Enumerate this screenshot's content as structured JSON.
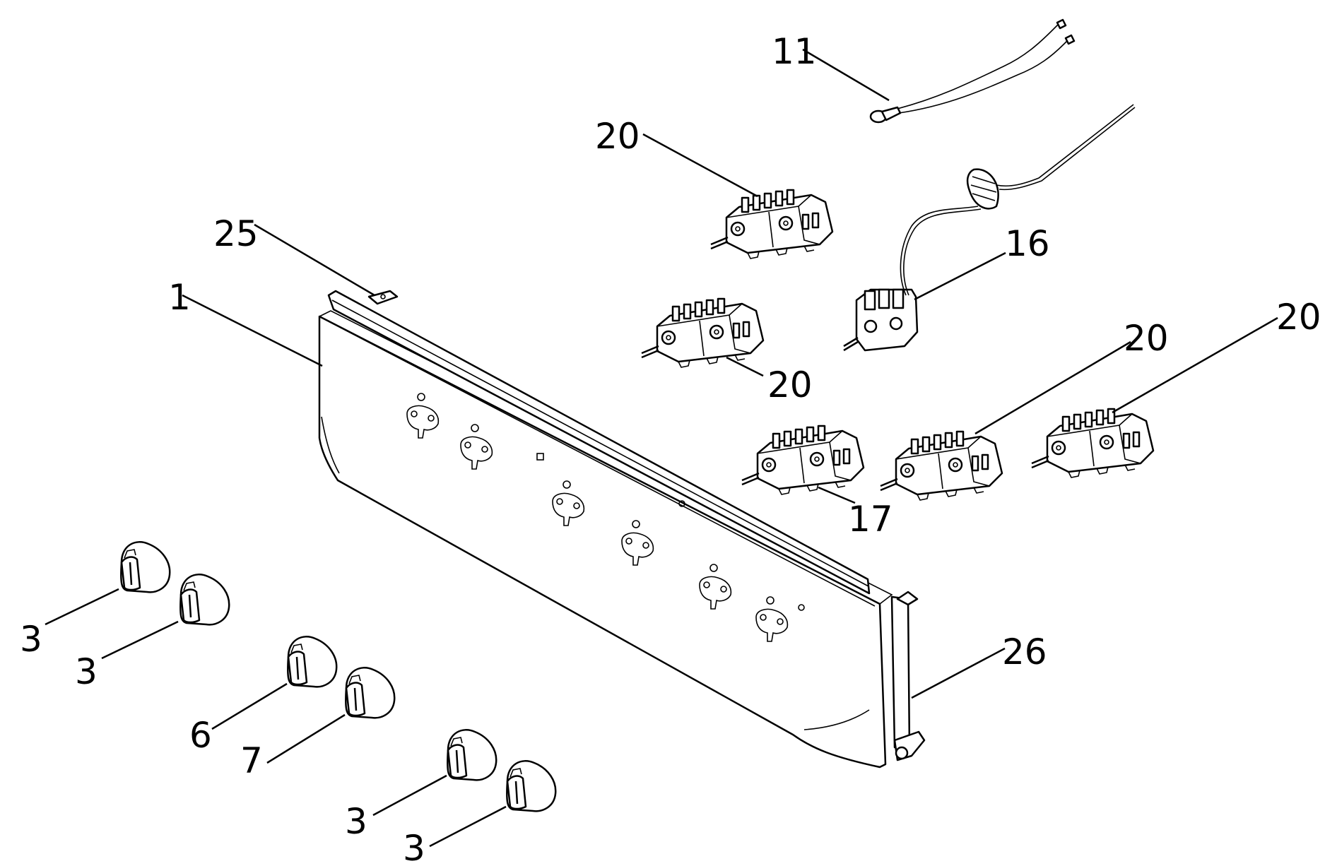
{
  "diagram": {
    "callouts": {
      "c11": "11",
      "c20a": "20",
      "c25": "25",
      "c1": "1",
      "c16": "16",
      "c20b": "20",
      "c20c": "20",
      "c20d": "20",
      "c17": "17",
      "c26": "26",
      "c3a": "3",
      "c3b": "3",
      "c6": "6",
      "c7": "7",
      "c3c": "3",
      "c3d": "3"
    }
  }
}
